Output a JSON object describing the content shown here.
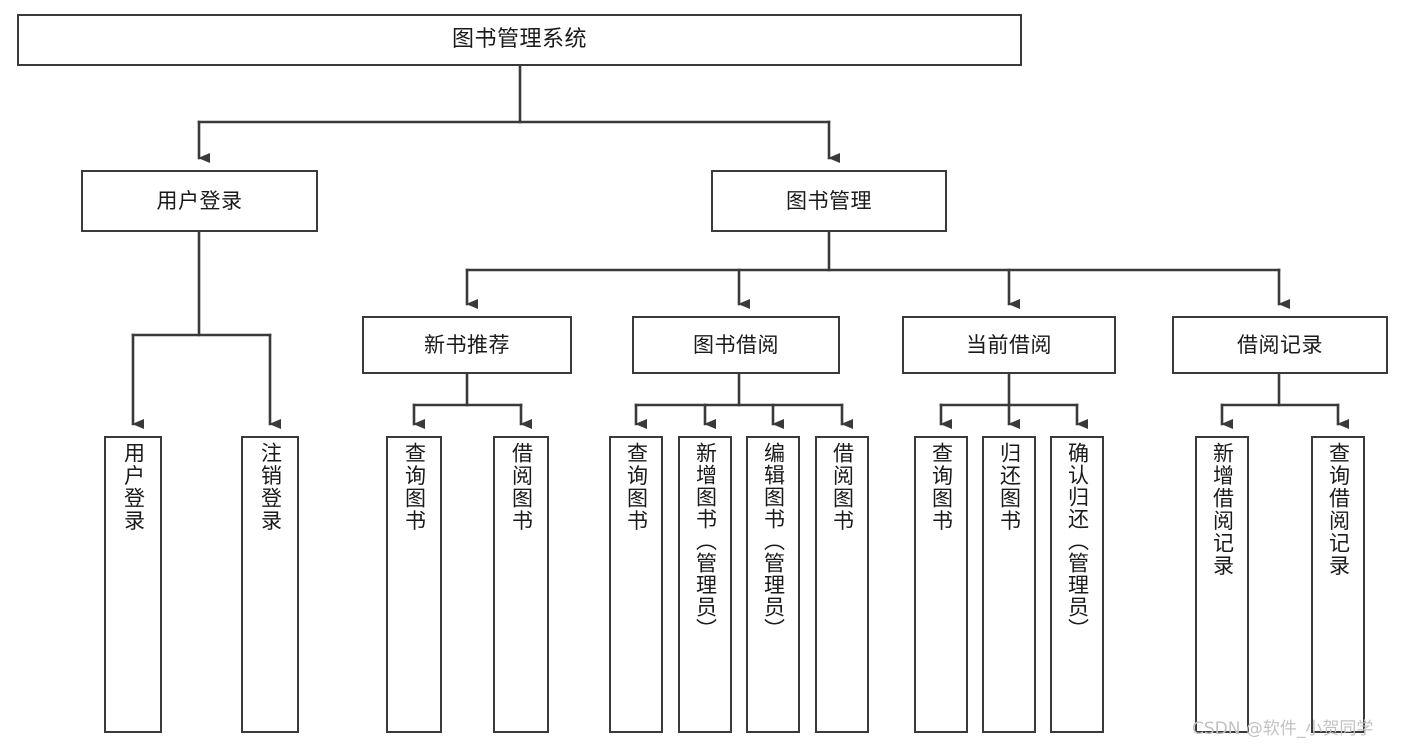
{
  "diagram": {
    "title": "图书管理系统",
    "type": "tree-hierarchy",
    "orientation": "top-down",
    "colors": {
      "box_border": "#3a3a3a",
      "box_fill": "#ffffff",
      "connector": "#3a3a3a",
      "text": "#1a1a1a",
      "watermark": "#c2c2c2",
      "background": "#ffffff"
    }
  },
  "root": {
    "label": "图书管理系统"
  },
  "level2": [
    {
      "label": "用户登录"
    },
    {
      "label": "图书管理"
    }
  ],
  "level3": [
    {
      "label": "新书推荐"
    },
    {
      "label": "图书借阅"
    },
    {
      "label": "当前借阅"
    },
    {
      "label": "借阅记录"
    }
  ],
  "leaves": {
    "user_login": [
      {
        "label": "用户登录"
      },
      {
        "label": "注销登录"
      }
    ],
    "new_book_recommend": [
      {
        "label": "查询图书"
      },
      {
        "label": "借阅图书"
      }
    ],
    "book_borrow": [
      {
        "label": "查询图书"
      },
      {
        "label": "新增图书（管理员）"
      },
      {
        "label": "编辑图书（管理员）"
      },
      {
        "label": "借阅图书"
      }
    ],
    "current_borrow": [
      {
        "label": "查询图书"
      },
      {
        "label": "归还图书"
      },
      {
        "label": "确认归还（管理员）"
      }
    ],
    "borrow_record": [
      {
        "label": "新增借阅记录"
      },
      {
        "label": "查询借阅记录"
      }
    ]
  },
  "watermark": {
    "text": "CSDN @软件_小贺同学"
  }
}
